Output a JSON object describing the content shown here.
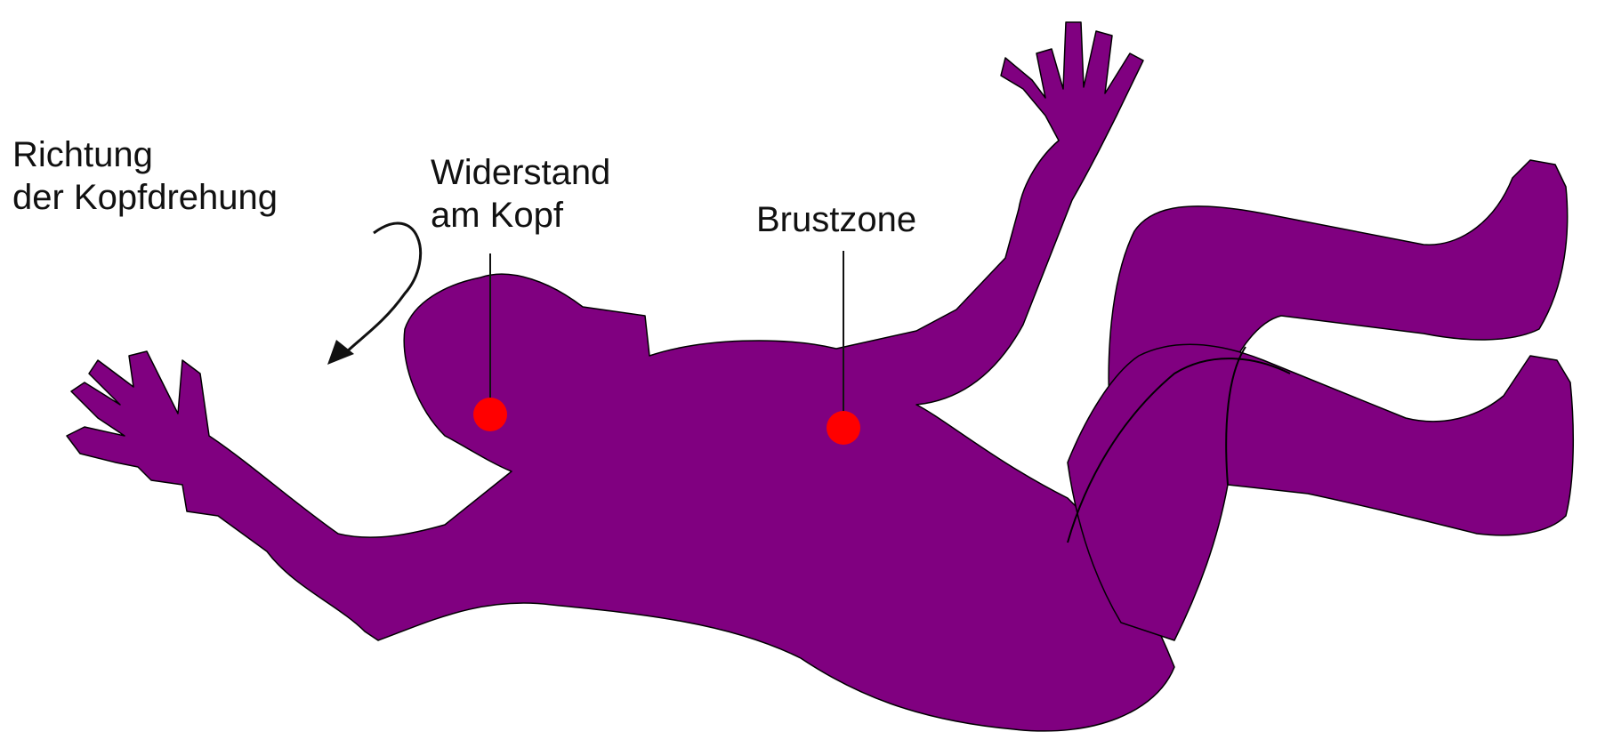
{
  "labels": {
    "rotation_line1": "Richtung",
    "rotation_line2": "der Kopfdrehung",
    "resistance_line1": "Widerstand",
    "resistance_line2": "am Kopf",
    "chest": "Brustzone"
  },
  "colors": {
    "body": "#800080",
    "marker": "#ff0000",
    "line": "#111111",
    "background": "#ffffff"
  },
  "icons": {
    "rotation_arrow": "curved-arrow-icon"
  }
}
